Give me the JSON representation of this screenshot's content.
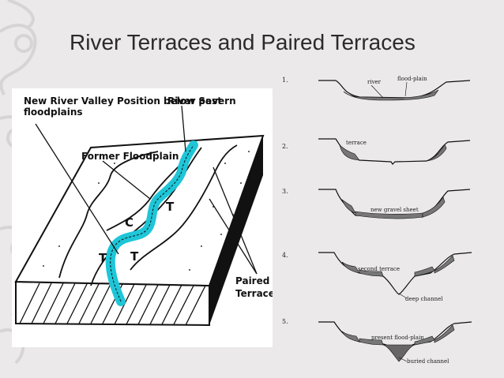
{
  "slide": {
    "title": "River Terraces and Paired Terraces"
  },
  "block_diagram": {
    "labels": {
      "new_river_valley": [
        "New River Valley Position below past",
        "floodplains"
      ],
      "river_severn": "River Severn",
      "former_floodplain": "Former Floodplain",
      "paired_terraces": [
        "Paired",
        "Terraces"
      ],
      "channel_letter": "C",
      "terrace_letter": "T"
    }
  },
  "stages": [
    {
      "number": "1.",
      "labels": [
        "river",
        "flood-plain"
      ]
    },
    {
      "number": "2.",
      "labels": [
        "terrace"
      ]
    },
    {
      "number": "3.",
      "labels": [
        "new gravel sheet"
      ]
    },
    {
      "number": "4.",
      "labels": [
        "second terrace",
        "deep channel"
      ]
    },
    {
      "number": "5.",
      "labels": [
        "present flood-plain",
        "buried channel"
      ]
    }
  ],
  "colors": {
    "background": "#ebe9ea",
    "ornament": "#d6d4d5",
    "river": "#1ec6d8",
    "title_text": "#2b2b2b"
  }
}
